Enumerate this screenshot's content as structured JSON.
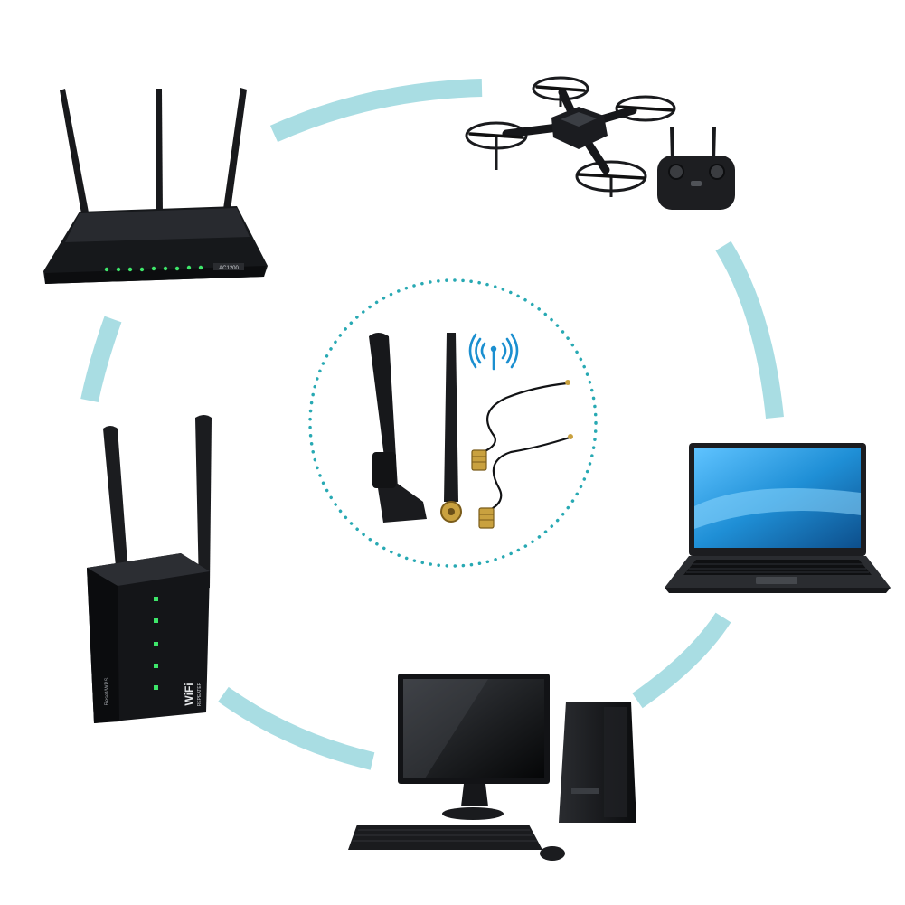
{
  "router": {
    "model_label": "AC1200"
  },
  "repeater": {
    "logo": "WiFi",
    "logo_sub": "REPEATER",
    "side_text": "Reset/WPS"
  },
  "colors": {
    "arc": "#a9dde3",
    "dots": "#28a9b3",
    "device": "#16181b",
    "screen": "#1f8fd6",
    "led": "#3ee66a",
    "brass": "#c9a13f",
    "wifi_icon": "#1b8fd0"
  }
}
